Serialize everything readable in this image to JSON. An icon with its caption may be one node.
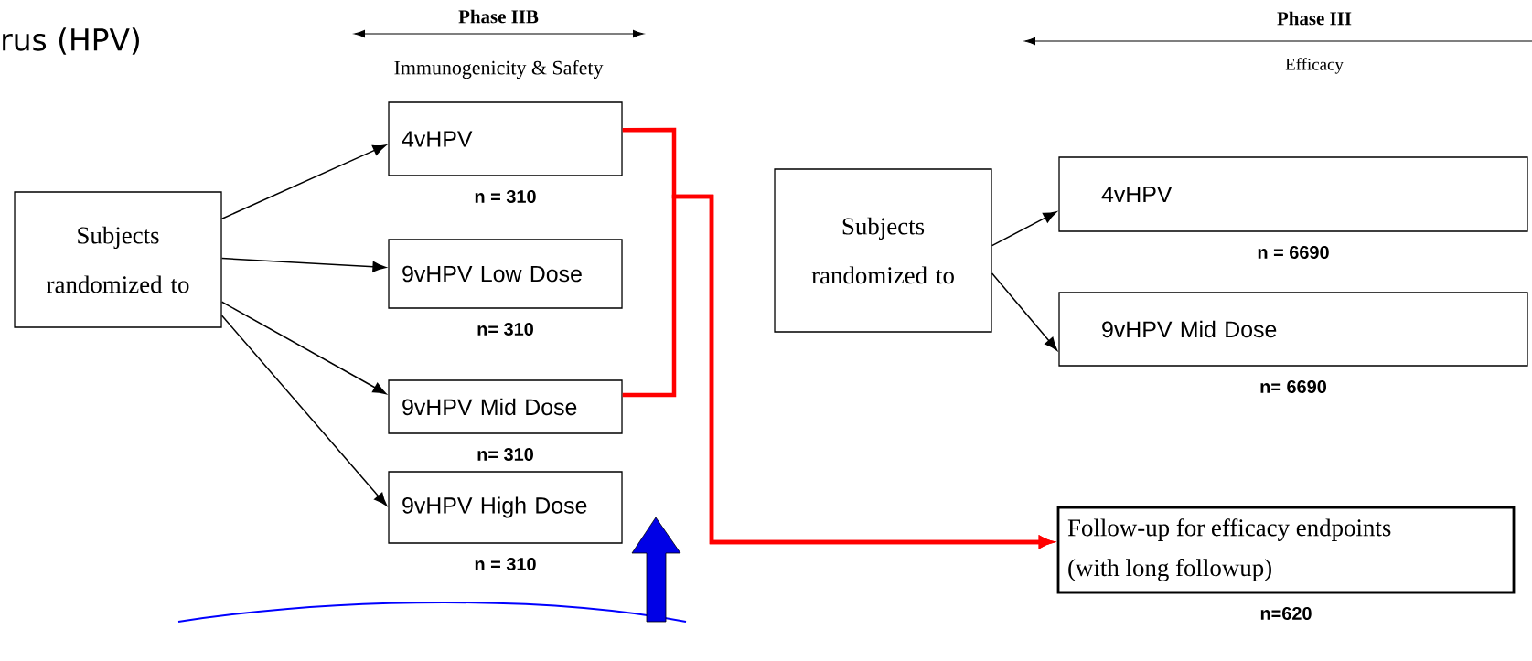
{
  "diagram": {
    "title": "rus (HPV)",
    "nodes": [
      {
        "text": [
          "Subjects randomized to"
        ]
      },
      {
        "text": [
          "4vHPV"
        ],
        "beside": [
          "n = 310"
        ]
      },
      {
        "text": [
          "9vHPV Low Dose"
        ],
        "beside": [
          "n= 310"
        ]
      },
      {
        "text": [
          "9vHPV Mid Dose"
        ],
        "beside": [
          "n= 310"
        ]
      },
      {
        "text": [
          "9vHPV High Dose"
        ],
        "beside": [
          "n = 310"
        ]
      },
      {
        "text": [
          "Subjects randomized to"
        ]
      },
      {
        "text": [
          "4vHPV"
        ],
        "beside": [
          "n = 6690"
        ]
      },
      {
        "text": [
          "9vHPV Mid Dose"
        ],
        "beside": [
          "n= 6690"
        ]
      },
      {
        "text": [
          "Follow-up for efficacy endpoints (with long followup)"
        ],
        "beside": [
          "n=620"
        ]
      }
    ],
    "edges": [
      {
        "from": 0,
        "to": 1,
        "arrow": "to"
      },
      {
        "from": 0,
        "to": 2,
        "arrow": "to"
      },
      {
        "from": 0,
        "to": 3,
        "arrow": "to"
      },
      {
        "from": 0,
        "to": 4,
        "arrow": "to"
      },
      {
        "from": 1,
        "to": 8,
        "arrow": "to",
        "style": "thick",
        "color": "#ff0000"
      },
      {
        "from": 3,
        "to": 8,
        "arrow": "to",
        "style": "thick",
        "color": "#ff0000"
      },
      {
        "from": 5,
        "to": 6,
        "arrow": "to"
      },
      {
        "from": 5,
        "to": 7,
        "arrow": "to"
      }
    ],
    "labels": [
      "Phase IIB",
      "Immunogenicity & Safety",
      "Phase III",
      "Efficacy"
    ]
  }
}
